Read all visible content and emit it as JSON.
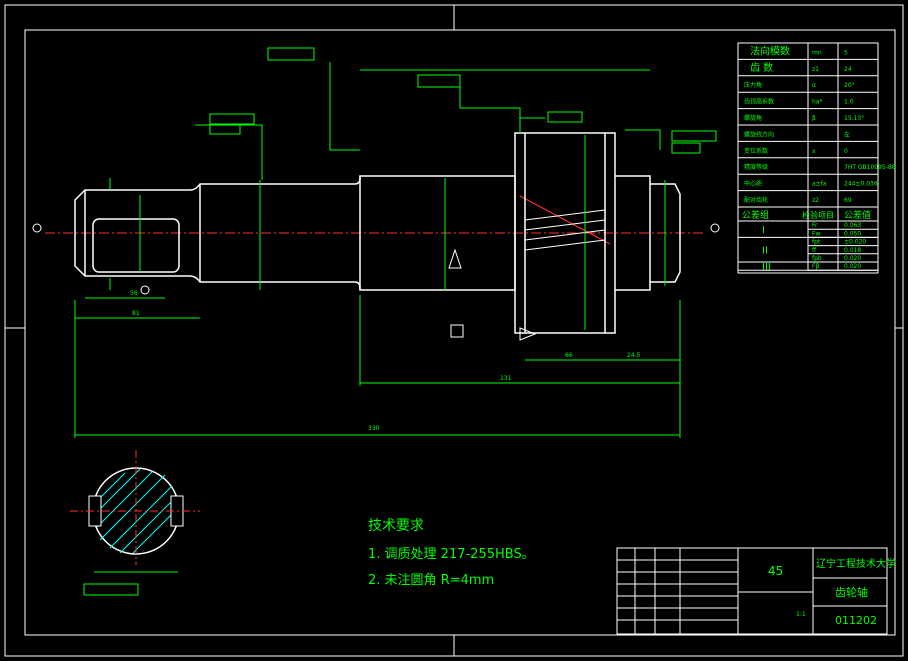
{
  "tech_requirements": {
    "title": "技术要求",
    "item1": "1. 调质处理  217-255HBS。",
    "item2": "2. 未注圆角  R=4mm"
  },
  "title_block": {
    "material": "45",
    "school": "辽宁工程技术大学",
    "part_name": "齿轮轴",
    "drawing_no": "011202",
    "scale": "1:1"
  },
  "param_table": {
    "rows": [
      {
        "name": "法向模数",
        "sym": "mn",
        "val": "5"
      },
      {
        "name": "齿 数",
        "sym": "z1",
        "val": "24"
      },
      {
        "name": "压力角",
        "sym": "α",
        "val": "20°"
      },
      {
        "name": "齿顶高系数",
        "sym": "ha*",
        "val": "1.0"
      },
      {
        "name": "螺旋角",
        "sym": "β",
        "val": "15.13°"
      },
      {
        "name": "螺旋线方向",
        "sym": "",
        "val": "左"
      },
      {
        "name": "变位系数",
        "sym": "x",
        "val": "0"
      },
      {
        "name": "精度等级",
        "sym": "",
        "val": "7HT GB10095-88"
      },
      {
        "name": "中心距",
        "sym": "a±fa",
        "val": "244±0.036"
      },
      {
        "name": "配对齿轮",
        "sym": "z2",
        "val": "69"
      }
    ],
    "group_header": {
      "c1": "公差组",
      "c2": "检验项目",
      "c3": "公差值"
    },
    "groups": [
      {
        "name": "I",
        "items": [
          {
            "sym": "Fr",
            "val": "0.063"
          },
          {
            "sym": "Fw",
            "val": "0.050"
          }
        ]
      },
      {
        "name": "II",
        "items": [
          {
            "sym": "fpt",
            "val": "±0.020"
          },
          {
            "sym": "ff",
            "val": "0.018"
          },
          {
            "sym": "fpb",
            "val": "0.020"
          }
        ]
      },
      {
        "name": "III",
        "items": [
          {
            "sym": "Fβ",
            "val": "0.020"
          }
        ]
      }
    ]
  },
  "dimensions": {
    "overall_length": "330",
    "gear_section": "131",
    "shaft_left": "81",
    "key_length": "56",
    "gear_width": "66",
    "right_end": "24.5"
  },
  "colors": {
    "outline": "#ffffff",
    "dimension": "#00ff00",
    "centerline": "#ff3030",
    "hatch": "#00ffff"
  }
}
